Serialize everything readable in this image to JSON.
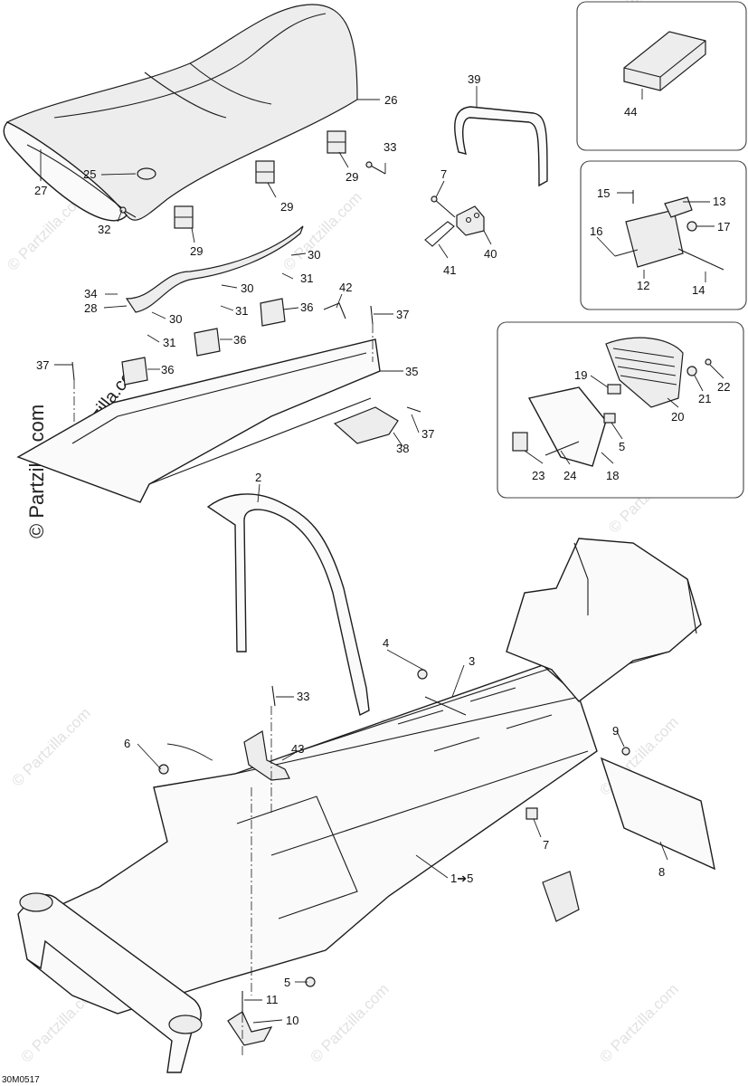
{
  "watermark": "© Partzilla.com",
  "diagram_code": "30M0517",
  "callouts": {
    "c26": "26",
    "c27": "27",
    "c25": "25",
    "c32": "32",
    "c29a": "29",
    "c29b": "29",
    "c29c": "29",
    "c33a": "33",
    "c39": "39",
    "c7a": "7",
    "c40": "40",
    "c41": "41",
    "c44": "44",
    "c15": "15",
    "c13": "13",
    "c16": "16",
    "c17": "17",
    "c12": "12",
    "c14": "14",
    "c30a": "30",
    "c31a": "31",
    "c30b": "30",
    "c31b": "31",
    "c30c": "30",
    "c31c": "31",
    "c34": "34",
    "c28": "28",
    "c42": "42",
    "c36a": "36",
    "c36b": "36",
    "c36c": "36",
    "c37a": "37",
    "c37b": "37",
    "c37c": "37",
    "c35": "35",
    "c38": "38",
    "c19": "19",
    "c21": "21",
    "c22": "22",
    "c20": "20",
    "c5a": "5",
    "c23": "23",
    "c24": "24",
    "c18": "18",
    "c2": "2",
    "c4": "4",
    "c3": "3",
    "c33b": "33",
    "c6": "6",
    "c43": "43",
    "c9": "9",
    "c7b": "7",
    "c8": "8",
    "c1": "1➔5",
    "c5b": "5",
    "c11": "11",
    "c10": "10"
  }
}
